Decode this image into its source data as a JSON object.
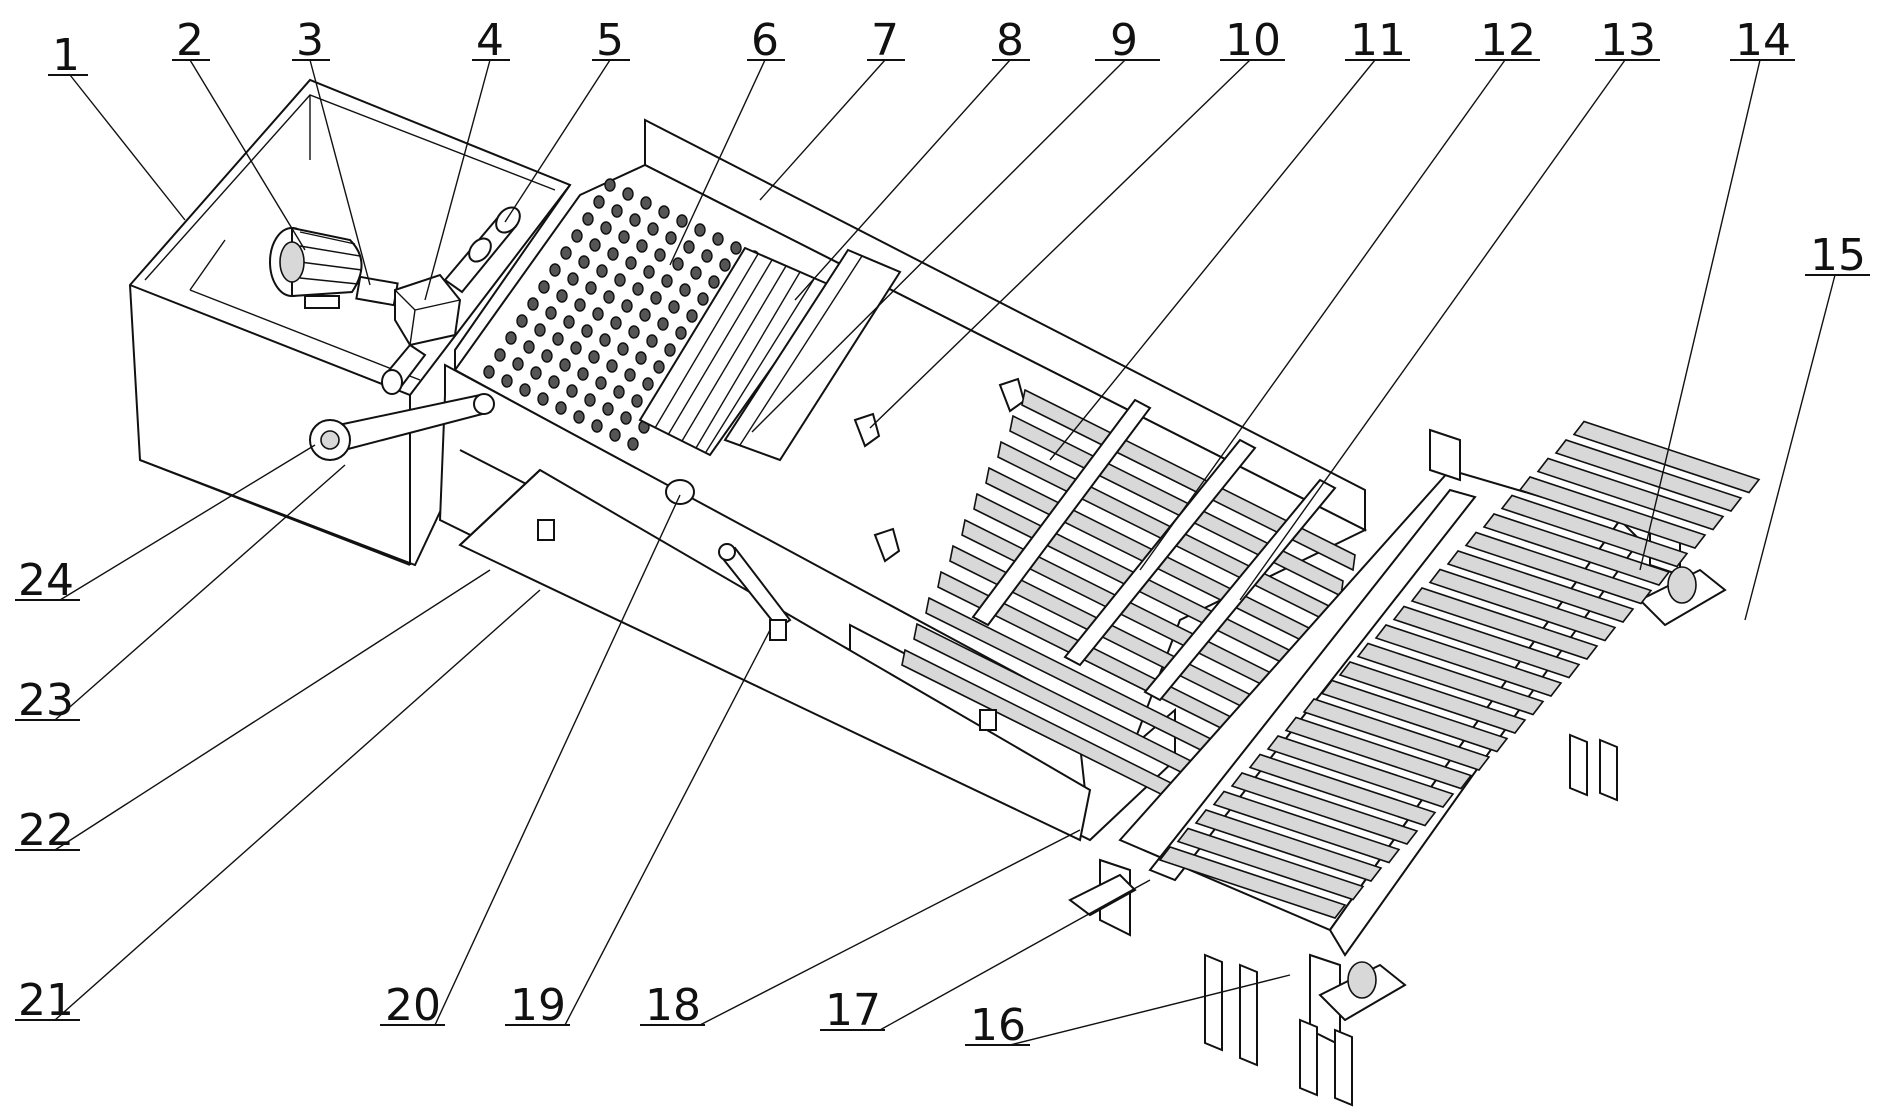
{
  "labels": {
    "1": "1",
    "2": "2",
    "3": "3",
    "4": "4",
    "5": "5",
    "6": "6",
    "7": "7",
    "8": "8",
    "9": "9",
    "10": "10",
    "11": "11",
    "12": "12",
    "13": "13",
    "14": "14",
    "15": "15",
    "16": "16",
    "17": "17",
    "18": "18",
    "19": "19",
    "20": "20",
    "21": "21",
    "22": "22",
    "23": "23",
    "24": "24"
  }
}
